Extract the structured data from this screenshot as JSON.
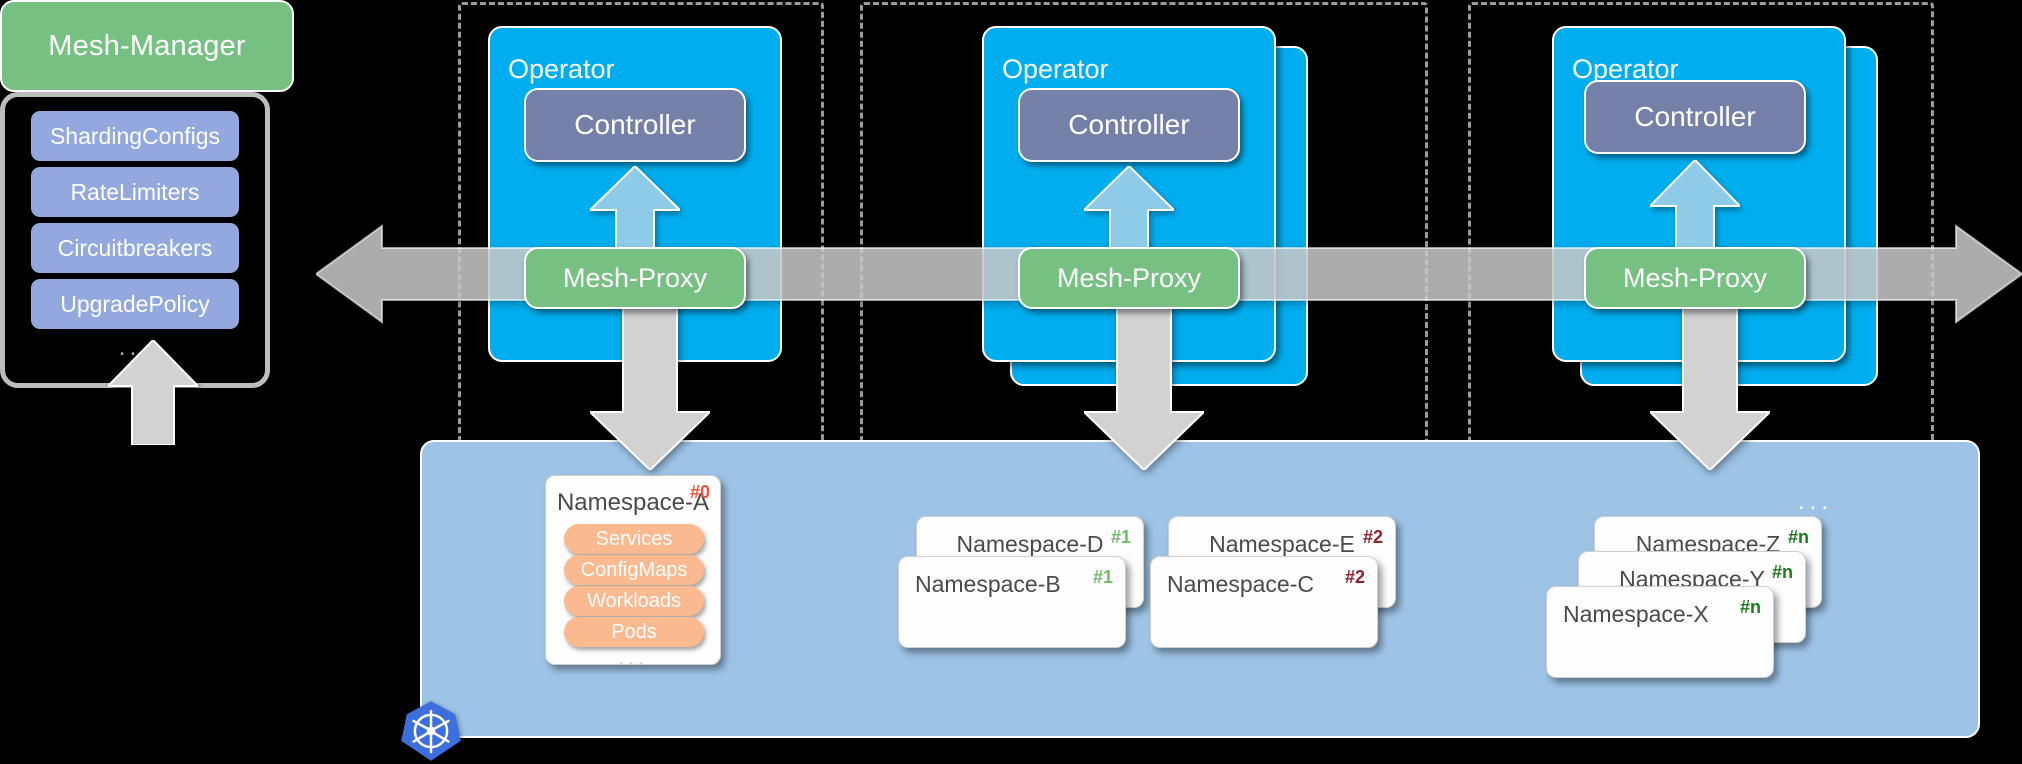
{
  "left": {
    "mesh_manager_label": "Mesh-Manager",
    "config_items": [
      {
        "label": "ShardingConfigs"
      },
      {
        "label": "RateLimiters"
      },
      {
        "label": "Circuitbreakers"
      },
      {
        "label": "UpgradePolicy"
      }
    ],
    "config_more": "...",
    "arrow_up_name": "arrow-up-config-to-mesh-manager"
  },
  "operators": [
    {
      "title": "Operator",
      "controller_label": "Controller",
      "mesh_proxy_label": "Mesh-Proxy",
      "stack_count": 1
    },
    {
      "title": "Operator",
      "controller_label": "Controller",
      "mesh_proxy_label": "Mesh-Proxy",
      "stack_count": 2
    },
    {
      "title": "Operator",
      "controller_label": "Controller",
      "mesh_proxy_label": "Mesh-Proxy",
      "stack_count": 2
    }
  ],
  "namespaces": {
    "group1": {
      "primary": {
        "name": "Namespace-A",
        "badge": "#0",
        "badge_color": "#e8553c",
        "resources": [
          "Services",
          "ConfigMaps",
          "Workloads",
          "Pods"
        ],
        "resources_more": "..."
      }
    },
    "group2": {
      "stack_left": [
        {
          "name": "Namespace-D",
          "badge": "#1",
          "badge_color": "#71bd6a"
        },
        {
          "name": "Namespace-B",
          "badge": "#1",
          "badge_color": "#71bd6a"
        }
      ],
      "stack_right": [
        {
          "name": "Namespace-E",
          "badge": "#2",
          "badge_color": "#8d2232"
        },
        {
          "name": "Namespace-C",
          "badge": "#2",
          "badge_color": "#8d2232"
        }
      ]
    },
    "group3": {
      "more": "...",
      "stack": [
        {
          "name": "Namespace-Z",
          "badge": "#n",
          "badge_color": "#1f7a1f"
        },
        {
          "name": "Namespace-Y",
          "badge": "#n",
          "badge_color": "#1f7a1f"
        },
        {
          "name": "Namespace-X",
          "badge": "#n",
          "badge_color": "#1f7a1f"
        }
      ]
    }
  },
  "colors": {
    "operator_blue": "#00aeef",
    "controller_slate": "#7480a8",
    "proxy_green": "#76c182",
    "k8s_panel_blue": "#9dc3e6",
    "arrow_gray": "#d2d2d2",
    "config_blue": "#93a8de",
    "pill_orange": "#fab98e",
    "k8s_logo_blue": "#3c6fdd"
  },
  "icons": {
    "kubernetes": "kubernetes-logo-icon",
    "band": "horizontal-double-arrow-icon"
  }
}
